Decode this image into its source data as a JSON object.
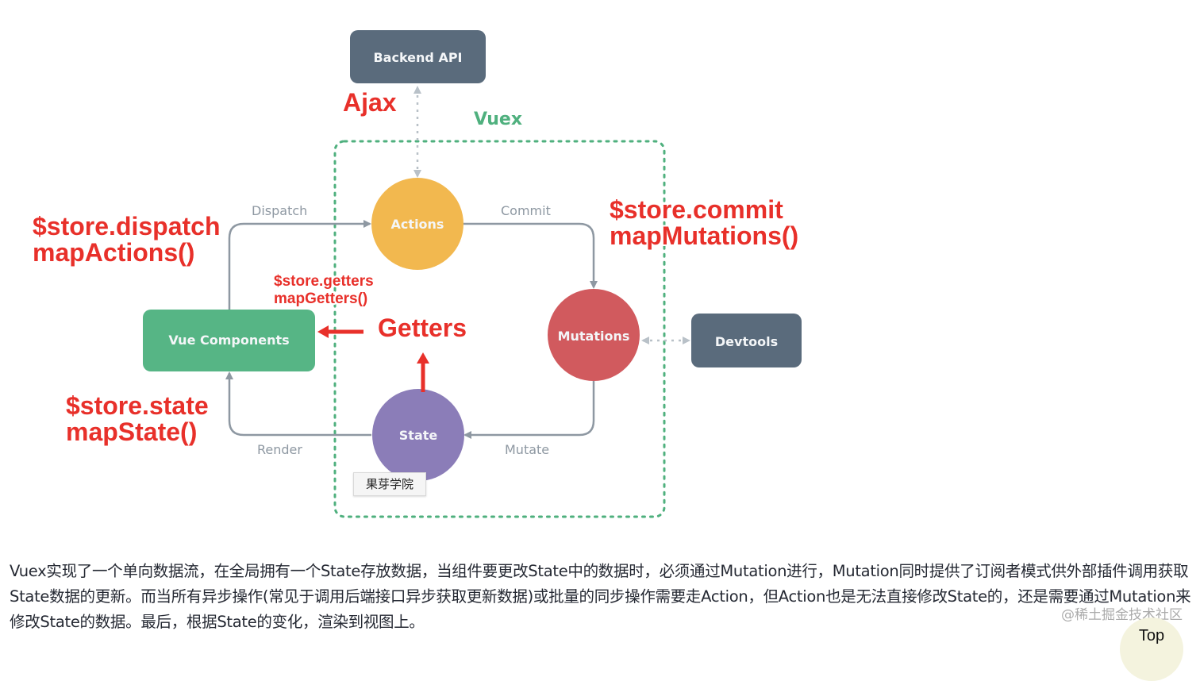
{
  "diagram": {
    "title": "Vuex",
    "nodes": {
      "backend_api": "Backend API",
      "actions": "Actions",
      "mutations": "Mutations",
      "state": "State",
      "vue_components": "Vue Components",
      "devtools": "Devtools"
    },
    "flows": {
      "dispatch": "Dispatch",
      "commit": "Commit",
      "mutate": "Mutate",
      "render": "Render"
    },
    "annotations": {
      "ajax": "Ajax",
      "dispatch_line1": "$store.dispatch",
      "dispatch_line2": "mapActions()",
      "commit_line1": "$store.commit",
      "commit_line2": "mapMutations()",
      "getters_line1": "$store.getters",
      "getters_line2": "mapGetters()",
      "getters": "Getters",
      "state_line1": "$store.state",
      "state_line2": "mapState()"
    },
    "image_tag": "果芽学院",
    "colors": {
      "backend_api": "#5a6b7c",
      "actions": "#f2b84f",
      "mutations": "#d15a5e",
      "state": "#8b7db8",
      "vue_components": "#56b585",
      "devtools": "#5a6b7c",
      "vuex_border": "#4fb07e",
      "annotation": "#e8302a",
      "flow_line": "#8e98a2"
    }
  },
  "article": {
    "paragraph": "Vuex实现了一个单向数据流，在全局拥有一个State存放数据，当组件要更改State中的数据时，必须通过Mutation进行，Mutation同时提供了订阅者模式供外部插件调用获取State数据的更新。而当所有异步操作(常见于调用后端接口异步获取更新数据)或批量的同步操作需要走Action，但Action也是无法直接修改State的，还是需要通过Mutation来修改State的数据。最后，根据State的变化，渲染到视图上。"
  },
  "site_watermark": "@稀土掘金技术社区",
  "top_button_label": "Top"
}
